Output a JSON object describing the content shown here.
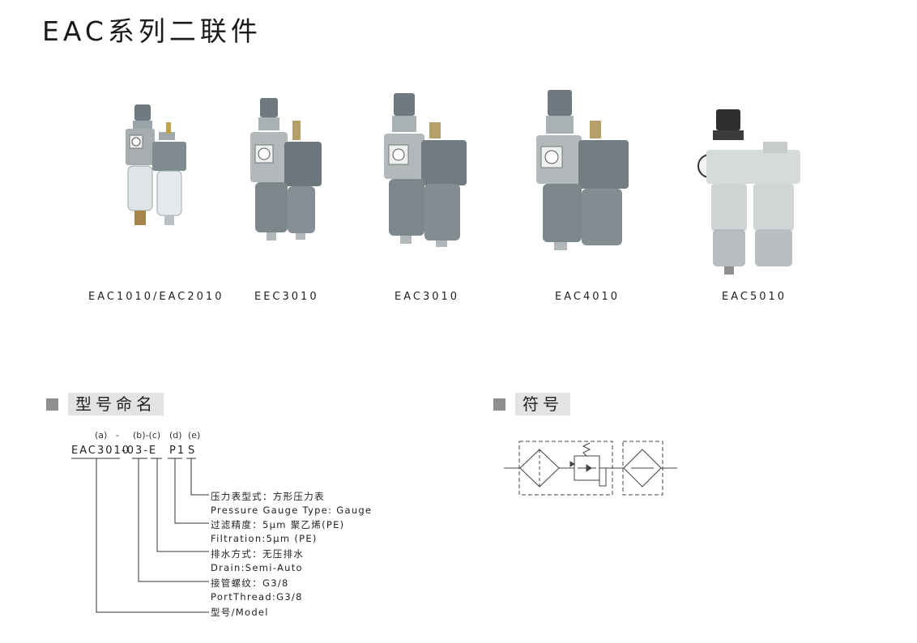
{
  "page_title": "EAC系列二联件",
  "products": [
    {
      "label": "EAC1010/EAC2010"
    },
    {
      "label": "EEC3010"
    },
    {
      "label": "EAC3010"
    },
    {
      "label": "EAC4010"
    },
    {
      "label": "EAC5010"
    }
  ],
  "naming": {
    "heading": "型号命名",
    "markers": [
      "(a)",
      "-",
      "(b)-(c)",
      "(d)",
      "(e)"
    ],
    "model_parts": [
      "EAC3010",
      "-03-E",
      "P1",
      "S"
    ],
    "descriptions": [
      "压力表型式：方形压力表",
      "Pressure Gauge Type: Gauge",
      "过滤精度：5μm 聚乙烯(PE)",
      "Filtration:5μm (PE)",
      "排水方式：无压排水",
      "Drain:Semi-Auto",
      "接管螺纹：G3/8",
      "PortThread:G3/8",
      "型号/Model"
    ]
  },
  "symbol": {
    "heading": "符号"
  }
}
